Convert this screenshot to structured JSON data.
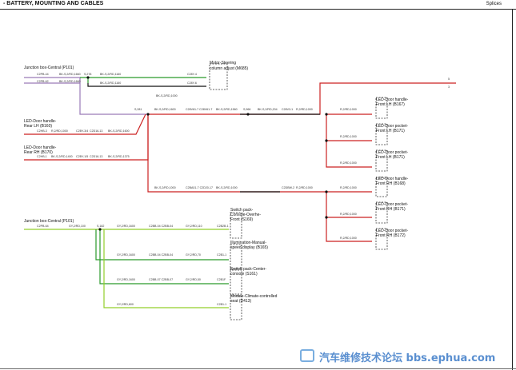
{
  "header": {
    "title": "- BATTERY, MOUNTING AND CABLES",
    "right": "Splices"
  },
  "modules": {
    "jb_top": [
      "Junction box-Central (P101)"
    ],
    "motor_steer": [
      "Motor-Steering",
      "column adjust (M685)"
    ],
    "led_lh": [
      "LED-Door handle-",
      "Rear LH (B160)"
    ],
    "led_rh": [
      "LED-Door handle-",
      "Rear RH (B170)"
    ],
    "led_fl1": [
      "LED-Door handle-",
      "Front LH (B167)"
    ],
    "led_fl2": [
      "LED-Door pocket-",
      "Front LH (B171)"
    ],
    "led_fl3": [
      "LED-Door pocket-",
      "Front LH (B171)"
    ],
    "led_fr1": [
      "LED-Door handle-",
      "Front RH (B168)"
    ],
    "led_fr2": [
      "LED-Door pocket-",
      "Front RH (B171)"
    ],
    "led_fr3": [
      "LED-Door pocket-",
      "Front RH (B172)"
    ],
    "jb_bot": [
      "Junction box-Central (P101)"
    ],
    "sw1": [
      "Switch pack-",
      "Console-Overhe-",
      "Front (S169)"
    ],
    "sw2": [
      "Illumination-Manual-",
      "speed display (B165)"
    ],
    "sw3": [
      "Switch pack-Center-",
      "console (S161)"
    ],
    "mod4": [
      "Module-Climate-controlled",
      "seat (D413)"
    ]
  },
  "wire_labels": {
    "t1": "C2PB-44",
    "t2": "BK-S,2/RD,1660",
    "t3": "S,278",
    "t4": "BK-S,2/RD,1160",
    "t5": "C28Y-4",
    "t6": "C2PB-62",
    "t7": "BK-S,2/RD,1660",
    "t8": "BK-S,2/RD,1160",
    "t9": "C28Y-6",
    "t10": "5",
    "t11": "BK-S,2/RD,1000",
    "t12": "S,281",
    "t13": "BK-S,2/RD,1600",
    "t14": "C28V61-7 C28V61-7",
    "t15": "BK-S,2/RD,1560",
    "t16": "S,966",
    "t17": "BK-S,2/RD,204",
    "t18": "C28V3-1",
    "t19": "R,2/RD,1000",
    "t20": "R,2/RD,1000",
    "t21": "C2HB-3",
    "t22": "R,2/RD,1000",
    "t23": "C2BY-3/4",
    "t24": "C2D16-13",
    "t25": "BK-S,2/RD,1600",
    "t26": "C2HB-1",
    "t27": "BK-S,2/RD,1400",
    "t28": "C2BY-1/5",
    "t29": "C2D16-13",
    "t30": "BK-S,2/RD,1375",
    "t31": "R,2/RD,1000",
    "t32": "R,2/RD,1000",
    "t33": "BK-S,2/RD,1000",
    "t34": "C2BA01-7 C2D20-17",
    "t35": "BK-S,2/RD,1000",
    "t36": "C2DBW-2",
    "t37": "R,2/RD,1000",
    "t38": "R,2/RD,1000",
    "t39": "R,2/RD,1000",
    "t40": "R,2/RD,1000",
    "t41": "C2PB-64",
    "t42": "GY,2/RD,100",
    "t43": "S,182",
    "t44": "GY,2/RD,1600",
    "t45": "C2BB-04 C2BB-04",
    "t46": "GY,2/RD,110",
    "t47": "C2B2B-1",
    "t48": "GY,2/RD,1600",
    "t49": "C2BB-04 C2BB-04",
    "t50": "GY,2/RD,70",
    "t51": "C2B1-1",
    "t52": "GY,2/RD,1600",
    "t53": "C2BB-07 C2BB-07",
    "t54": "GY,2/RD,50",
    "t55": "C2B1F",
    "t56": "GY,2/RD,600",
    "t57": "C2B1-1",
    "t58": "3"
  },
  "watermark": "汽车维修技术论坛 bbs.ephua.com",
  "colors": {
    "red": "#cc2222",
    "green": "#2a9a2a",
    "lime": "#92cf2a",
    "black": "#111111",
    "violet": "#9a7ab8"
  }
}
